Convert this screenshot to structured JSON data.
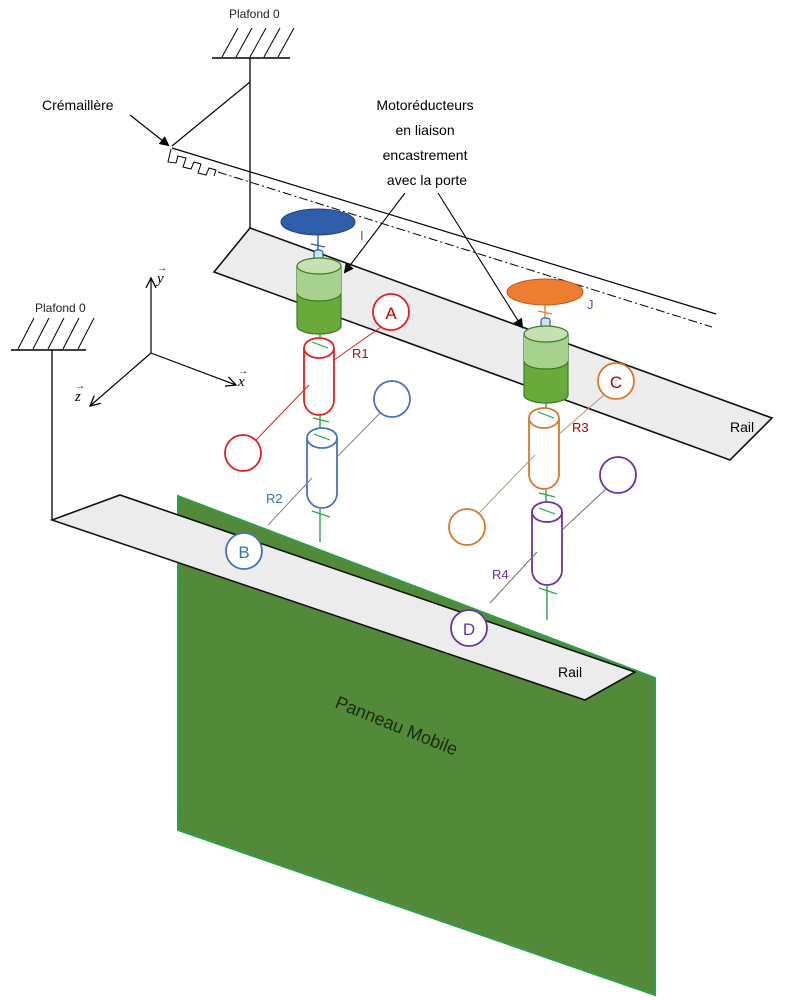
{
  "labels": {
    "ceiling_top": "Plafond 0",
    "ceiling_left": "Plafond 0",
    "rack": "Crémaillère",
    "motor_note": [
      "Motoréducteurs",
      "en liaison",
      "encastrement",
      "avec la porte"
    ],
    "rail_upper": "Rail",
    "rail_lower": "Rail",
    "panel": "Panneau Mobile",
    "pinion_I": "I",
    "pinion_J": "J",
    "axis_x": "x",
    "axis_y": "y",
    "axis_z": "z",
    "roller_A": "A",
    "roller_B": "B",
    "roller_C": "C",
    "roller_D": "D",
    "arm_R1": "R1",
    "arm_R2": "R2",
    "arm_R3": "R3",
    "arm_R4": "R4"
  },
  "colors": {
    "panel": "#538a3a",
    "panel_edge": "#2e9e4a",
    "rail_fill": "#ececec",
    "motor_light": "#a9d18e",
    "motor_dark": "#6aaa3a",
    "motor_edge": "#3d7a22",
    "pinion_I": "#2e5eaa",
    "pinion_J": "#ed7d31",
    "red": "#e02020",
    "blue": "#4472c4",
    "orange": "#d9782a",
    "purple": "#7030a0",
    "label_red": "#c00000",
    "label_blue": "#2e75b6",
    "shaft": "#1fa84a"
  }
}
